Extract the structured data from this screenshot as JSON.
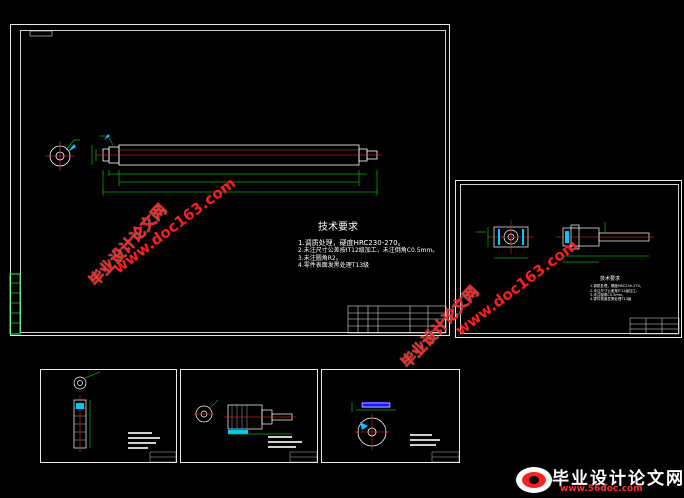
{
  "main_sheet": {
    "requirements_title": "技术要求",
    "requirements": [
      "1.调质处理，硬度HRC230-270。",
      "2.未注尺寸公差按IT12级加工，未注倒角C0.5mm。",
      "3.未注圆角R2。",
      "4.零件表面发黑处理T13级"
    ]
  },
  "side_sheet": {
    "requirements_title": "技术要求",
    "requirements": [
      "1.调质处理，硬度HRC230-270。",
      "2.未注尺寸公差按IT12级加工。",
      "3.未注倒角C0.5mm。",
      "4.零件表面发黑处理T13级"
    ]
  },
  "watermark": {
    "cn": "毕业设计论文网",
    "url": "www.doc163.com"
  },
  "logo": {
    "cn": "毕业设计论文网",
    "url": "www.56doc.com"
  },
  "colors": {
    "background": "#000000",
    "frame": "#e8e8e8",
    "part_line": "#ffffff",
    "dimension": "#00ff00",
    "center_line": "#ff3030",
    "hatch": "#00c8ff",
    "watermark": "#ff1e1e"
  }
}
